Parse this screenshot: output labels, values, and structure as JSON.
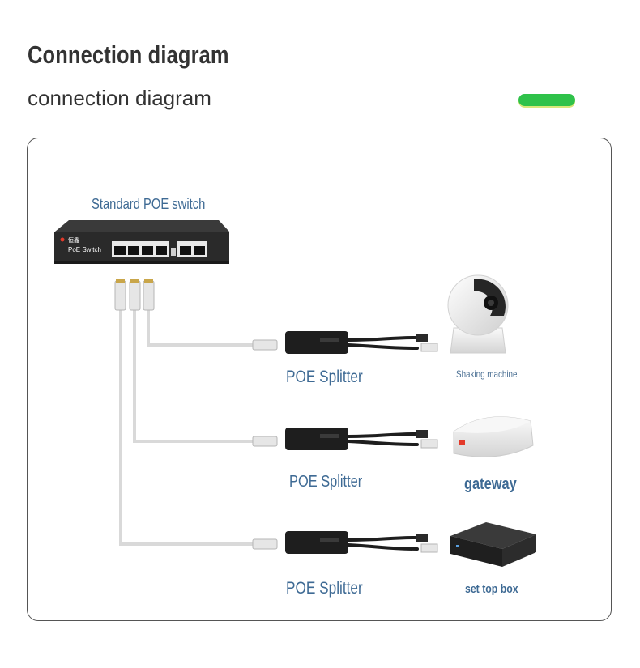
{
  "header": {
    "title": "Connection diagram",
    "subtitle": "connection diagram",
    "accent_color": "#2fc24a"
  },
  "switch": {
    "label": "Standard POE switch",
    "device_text": "PoE Switch"
  },
  "branches": [
    {
      "splitter_label": "POE Splitter",
      "device_label": "Shaking machine",
      "device_icon": "ptz-camera-icon"
    },
    {
      "splitter_label": "POE Splitter",
      "device_label": "gateway",
      "device_icon": "gateway-icon"
    },
    {
      "splitter_label": "POE Splitter",
      "device_label": "set top box",
      "device_icon": "set-top-box-icon"
    }
  ],
  "colors": {
    "label_blue": "#3e6a94",
    "cable_gray": "#d9d9d9",
    "device_dark": "#2b2b2b"
  }
}
